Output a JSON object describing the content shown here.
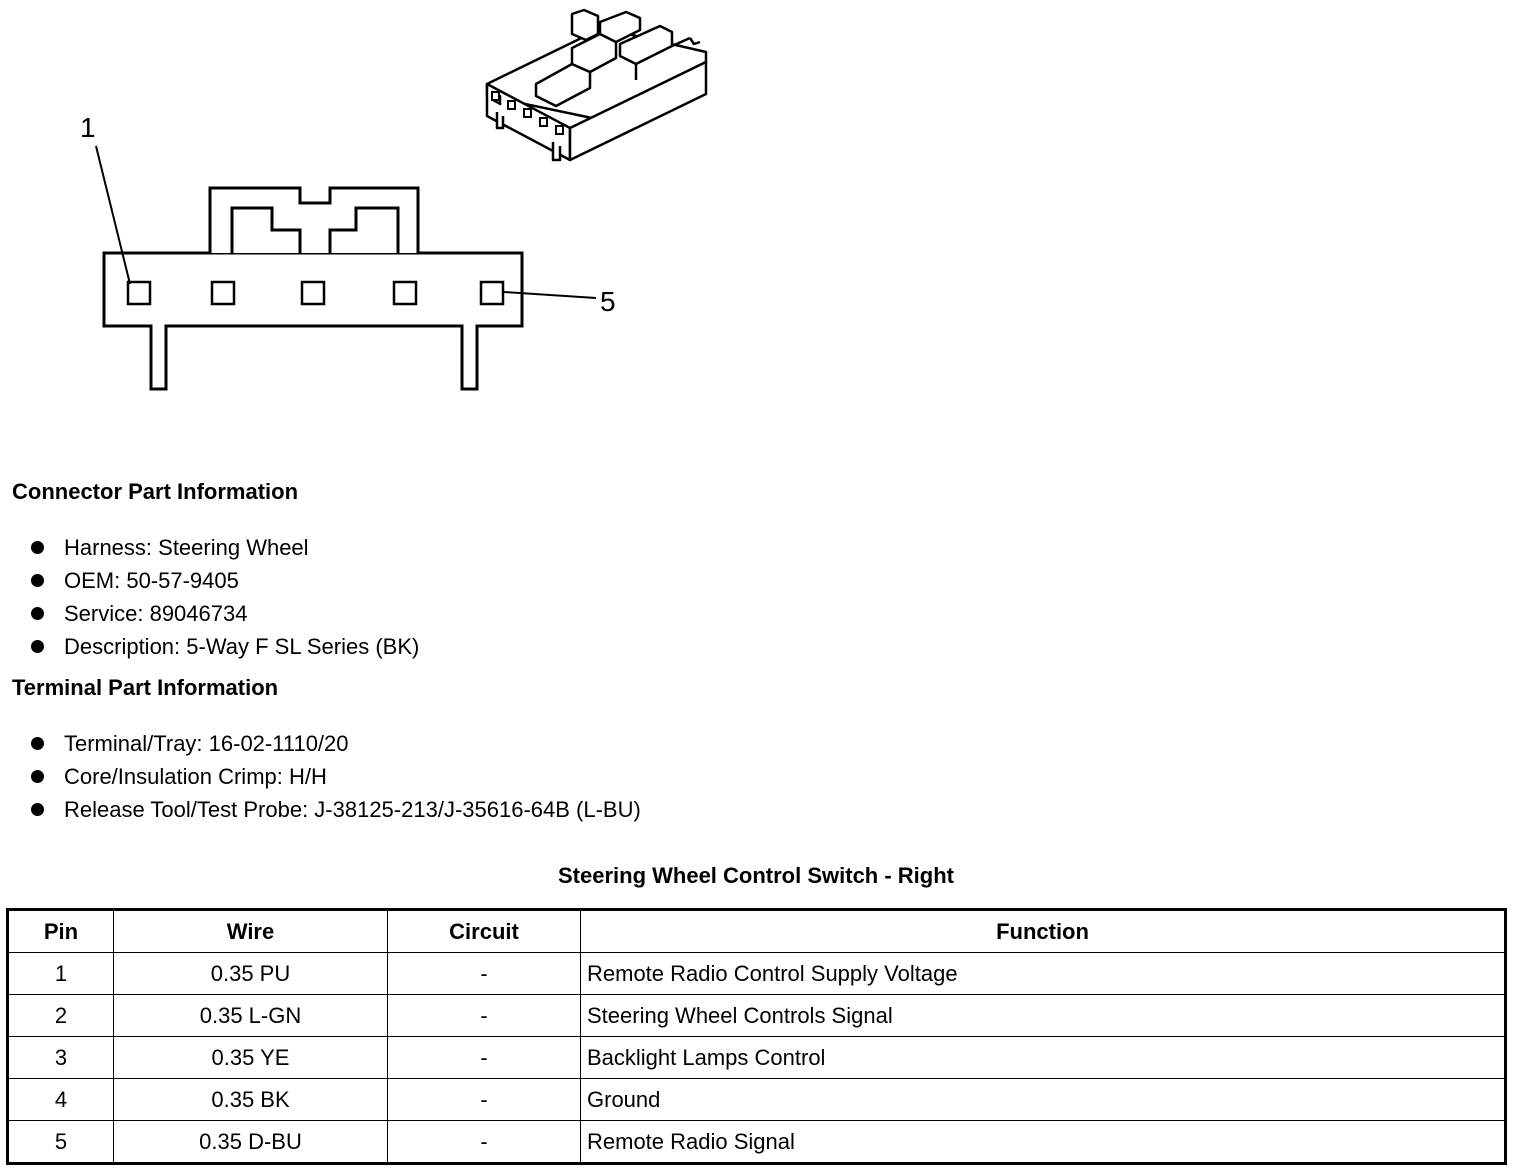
{
  "diagram": {
    "callout_pin_first": "1",
    "callout_pin_last": "5"
  },
  "connector_info": {
    "heading": "Connector Part Information",
    "items": [
      "Harness: Steering Wheel",
      "OEM: 50-57-9405",
      "Service: 89046734",
      "Description: 5-Way F SL Series (BK)"
    ]
  },
  "terminal_info": {
    "heading": "Terminal Part Information",
    "items": [
      "Terminal/Tray: 16-02-1110/20",
      "Core/Insulation Crimp: H/H",
      "Release Tool/Test Probe: J-38125-213/J-35616-64B (L-BU)"
    ]
  },
  "table": {
    "title": "Steering Wheel Control Switch - Right",
    "headers": {
      "pin": "Pin",
      "wire": "Wire",
      "circuit": "Circuit",
      "function": "Function"
    },
    "rows": [
      {
        "pin": "1",
        "wire": "0.35 PU",
        "circuit": "-",
        "function": "Remote Radio Control Supply Voltage"
      },
      {
        "pin": "2",
        "wire": "0.35 L-GN",
        "circuit": "-",
        "function": "Steering Wheel Controls Signal"
      },
      {
        "pin": "3",
        "wire": "0.35 YE",
        "circuit": "-",
        "function": "Backlight Lamps Control"
      },
      {
        "pin": "4",
        "wire": "0.35 BK",
        "circuit": "-",
        "function": "Ground"
      },
      {
        "pin": "5",
        "wire": "0.35 D-BU",
        "circuit": "-",
        "function": "Remote Radio Signal"
      }
    ]
  }
}
